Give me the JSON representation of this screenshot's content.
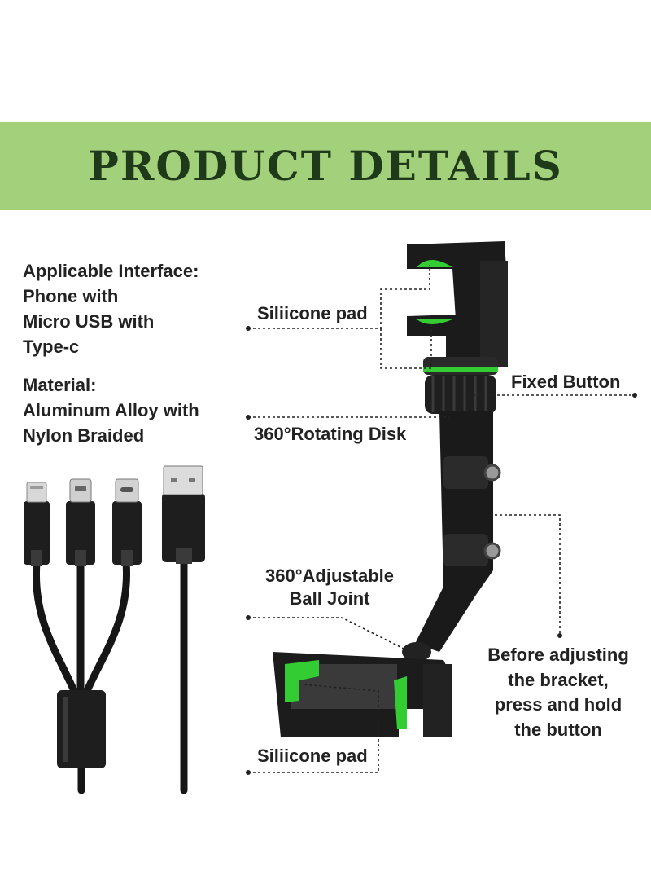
{
  "banner": {
    "title": "PRODUCT DETAILS",
    "color": "#a3d07a"
  },
  "specs": {
    "interface_heading": "Applicable Interface:",
    "interface_lines": [
      "Phone with",
      "Micro USB with",
      "Type-c"
    ],
    "material_heading": "Material:",
    "material_lines": [
      "Aluminum Alloy with",
      "Nylon Braided"
    ]
  },
  "callouts": {
    "silicone_top": "Siliicone pad",
    "fixed_button": "Fixed Button",
    "rotating_disk": "360°Rotating Disk",
    "ball_joint_line1": "360°Adjustable",
    "ball_joint_line2": "Ball Joint",
    "adjust_line1": "Before adjusting",
    "adjust_line2": "the bracket,",
    "adjust_line3": "press and hold",
    "adjust_line4": "the button",
    "silicone_bottom": "Siliicone pad"
  },
  "accent_green": "#33cc33",
  "icons": [
    "lightning-connector-icon",
    "micro-usb-connector-icon",
    "type-c-connector-icon",
    "usb-a-connector-icon",
    "phone-holder-icon"
  ]
}
